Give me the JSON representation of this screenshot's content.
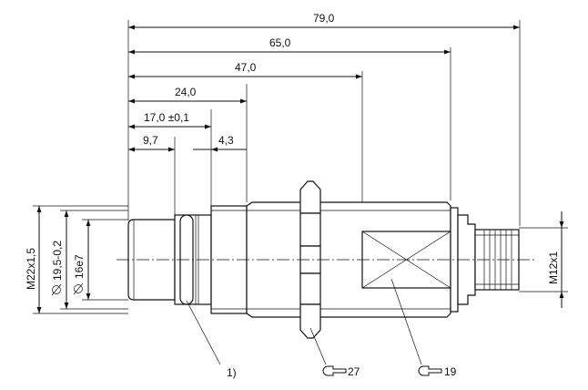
{
  "dimensions": {
    "d79": "79,0",
    "d65": "65,0",
    "d47": "47,0",
    "d24": "24,0",
    "d17": "17,0 ±0,1",
    "d97": "9,7",
    "d43": "4,3"
  },
  "diameters": {
    "thread_main": "M22x1,5",
    "outer": "19,5-0,2",
    "inner": "16e7",
    "thread_connector": "M12x1"
  },
  "callouts": {
    "note": "1)",
    "wrench_nut": "27",
    "wrench_body": "19"
  },
  "icons": [
    "dimension-arrow-icon",
    "diameter-symbol-icon",
    "wrench-icon"
  ],
  "colors": {
    "line": "#111111",
    "background": "#ffffff"
  }
}
